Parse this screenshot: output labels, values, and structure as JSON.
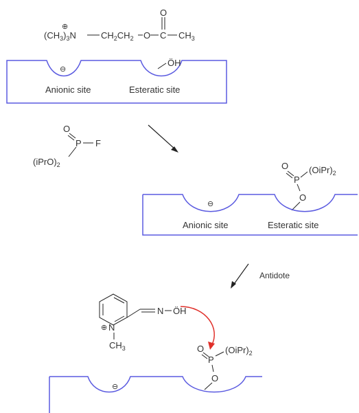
{
  "colors": {
    "enzyme": "#5a5ae0",
    "bond": "#222222",
    "arrow_curved": "#e0302a",
    "text": "#333333"
  },
  "acetylcholine": {
    "charge": "⊕",
    "prefix": "(CH",
    "sub3a": "3",
    "close": ")",
    "sub3b": "3",
    "n": "N",
    "chain": "CH",
    "sub2a": "2",
    "ch2": "CH",
    "sub2b": "2",
    "o": "O",
    "c": "C",
    "carbonyl_o": "O",
    "ch3": "CH",
    "sub3c": "3"
  },
  "enzyme1": {
    "anionic_symbol": "⊖",
    "oh": "ÖH",
    "anionic_label": "Anionic site",
    "esteratic_label": "Esteratic site"
  },
  "dfp": {
    "o": "O",
    "p": "P",
    "f": "F",
    "iPrO": "(iPrO)",
    "sub2": "2"
  },
  "enzyme2": {
    "anionic_symbol": "⊖",
    "o_top": "O",
    "p": "P",
    "oipr": "(OiPr)",
    "sub2": "2",
    "o_link": "O",
    "anionic_label": "Anionic site",
    "esteratic_label": "Esteratic site"
  },
  "arrow_label": "Antidote",
  "pralidoxime": {
    "charge": "⊕",
    "n_ring": "N",
    "n_oxime": "N",
    "oh": "ÖH",
    "ch": "CH",
    "sub3": "3"
  },
  "enzyme3": {
    "anionic_symbol": "⊖",
    "o_top": "O",
    "p": "P",
    "oipr": "(OiPr)",
    "sub2": "2",
    "o_link": "O"
  }
}
